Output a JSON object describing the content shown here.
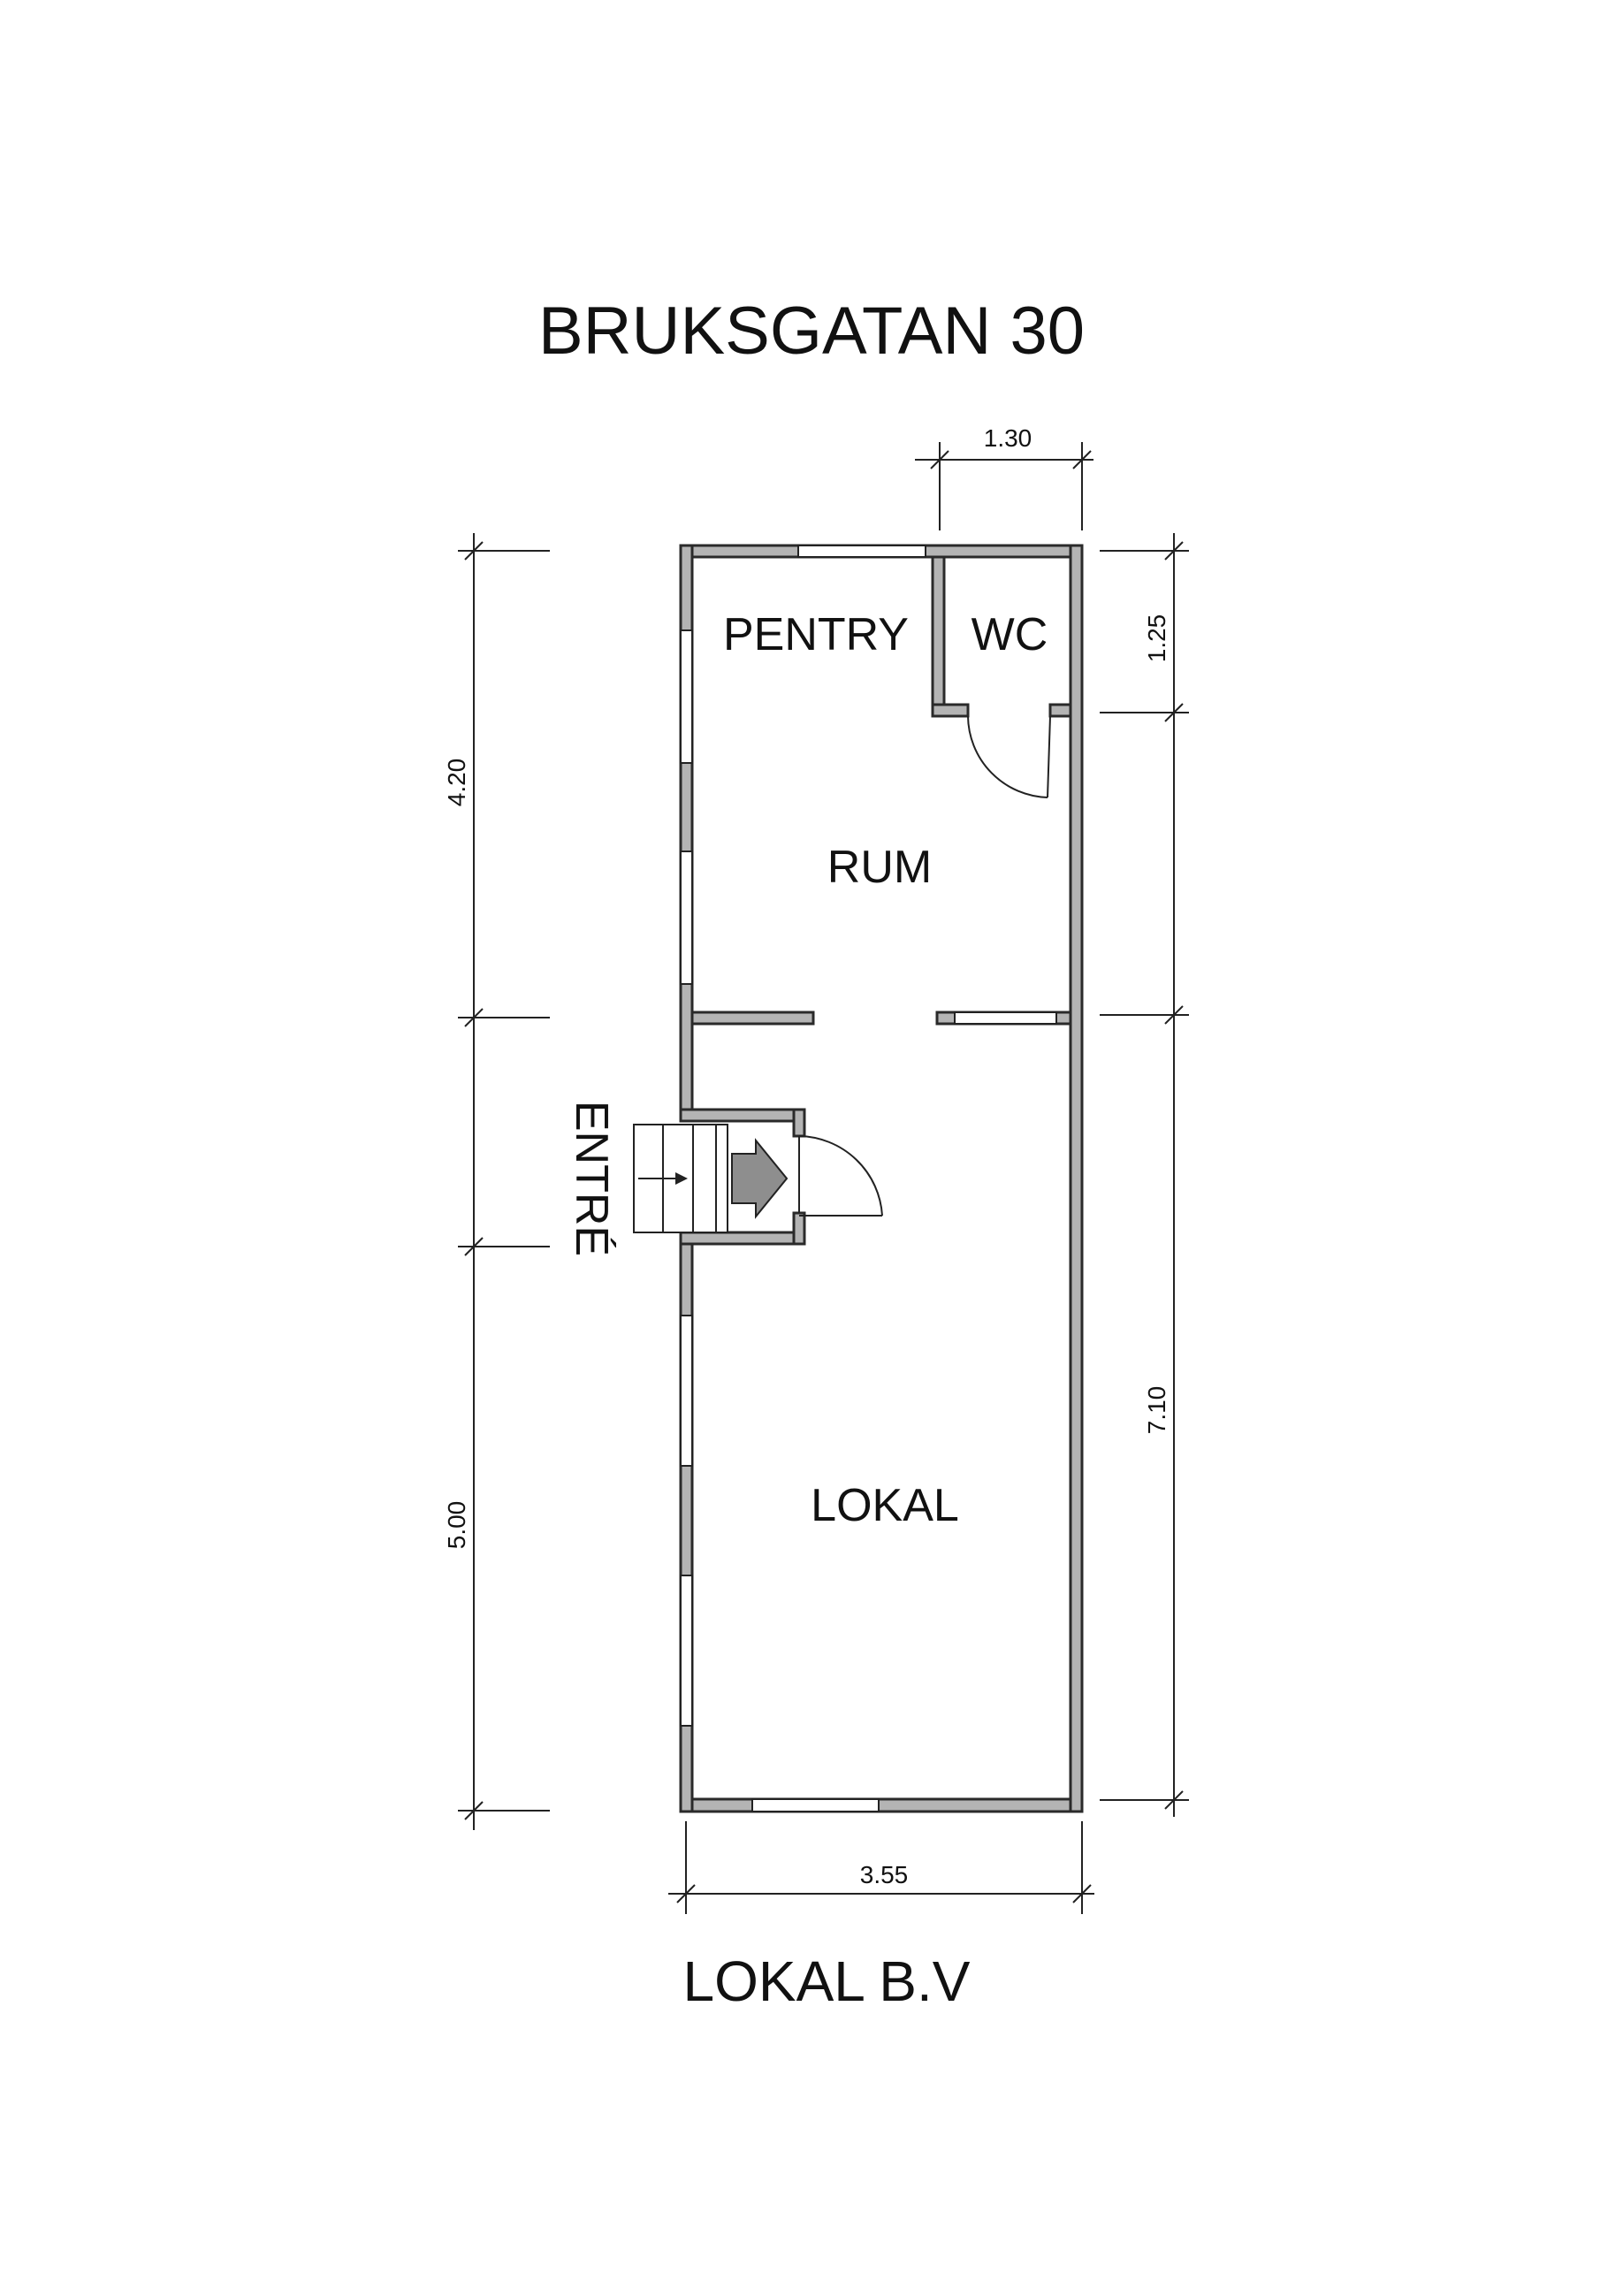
{
  "title": "BRUKSGATAN 30",
  "subtitle": "LOKAL B.V",
  "rooms": {
    "pentry": "PENTRY",
    "wc": "WC",
    "rum": "RUM",
    "lokal": "LOKAL",
    "entre": "ENTRÉ"
  },
  "dimensions": {
    "top": "1.30",
    "right_upper": "1.25",
    "right_lower": "7.10",
    "left_upper": "4.20",
    "left_lower": "5.00",
    "bottom": "3.55"
  },
  "colors": {
    "wall_fill": "#b4b4b4",
    "line": "#222222",
    "background": "#ffffff"
  }
}
